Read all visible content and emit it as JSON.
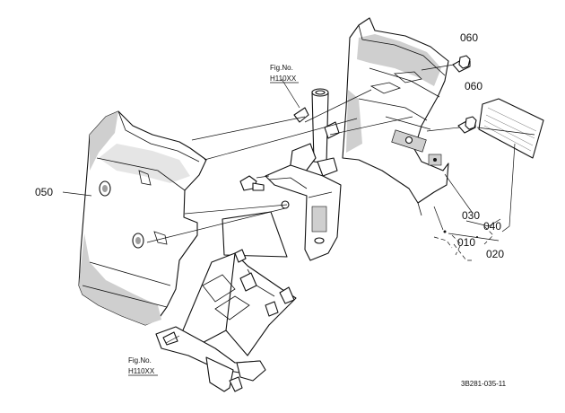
{
  "callouts": {
    "c050": "050",
    "c060_top": "060",
    "c060_mid": "060",
    "c030": "030",
    "c040": "040",
    "c010": "010",
    "c020": "020"
  },
  "fig_refs": {
    "top": {
      "line1": "Fig.No.",
      "line2": "H110XX"
    },
    "bottom": {
      "line1": "Fig.No.",
      "line2": "H110XX"
    }
  },
  "drawing_code": "3B281-035-11"
}
